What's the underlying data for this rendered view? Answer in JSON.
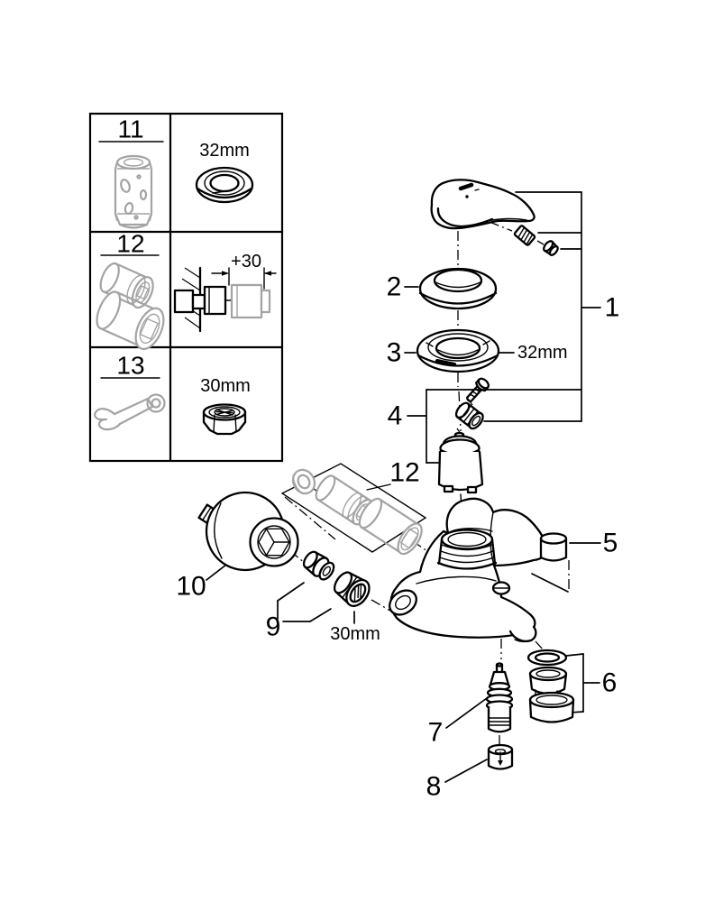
{
  "panel": {
    "rows": [
      {
        "number": "11",
        "icon": "cartridge-socket-tool",
        "size": "32mm",
        "size_icon": "ring-nut-32"
      },
      {
        "number": "12",
        "icon": "socket-extensions",
        "size": "+30",
        "size_icon": "wall-extension-dimension"
      },
      {
        "number": "13",
        "icon": "open-end-wrench",
        "size": "30mm",
        "size_icon": "union-nut-30"
      }
    ]
  },
  "parts": {
    "p1": "1",
    "p2": "2",
    "p3": "3",
    "p4": "4",
    "p5": "5",
    "p6": "6",
    "p7": "7",
    "p8": "8",
    "p9": "9",
    "p10": "10",
    "p12": "12"
  },
  "dimensions": {
    "ring_nut": "32mm",
    "union_nut": "30mm"
  },
  "colors": {
    "ink": "#000000",
    "secondary": "#a3a3a3",
    "background": "#ffffff"
  }
}
